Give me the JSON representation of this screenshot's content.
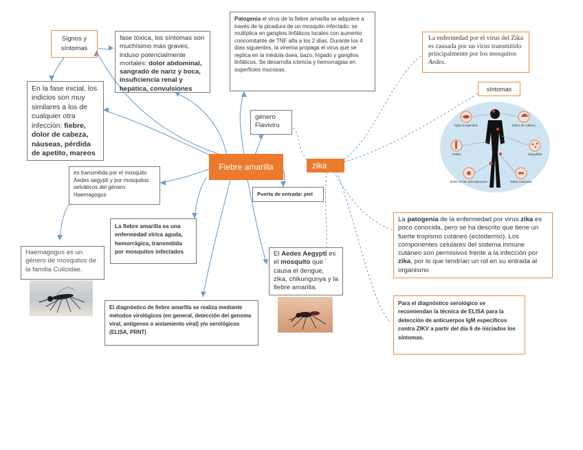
{
  "center": {
    "label": "Fiebre amarilla"
  },
  "zika": {
    "label": "zika"
  },
  "nodes": {
    "signos": "Signos y síntomas",
    "fase_toxica_pre": "fase tóxica, los síntomas son muchísimo más graves, induso potencialmente mortales: ",
    "fase_toxica_bold": "dolor abdominal, sangrado de nariz y boca, insuficiencia renal y hepática, convulsiones",
    "patogenia_bold": "Patogenia",
    "patogenia_text": " el virus de la fiebre amarilla se adquiere a través de la picadura de un mosquito infectado; se multiplica en ganglios linfáticos locales con aumento concomitante de TNF alfa a los 2 días. Durante los 4 días siguientes, la viremia propaga el virus que se replica en la médula ósea, bazo, hígado y ganglios linfáticos. Se desarrolla ictericia y hemorragias en superficies mucosas.",
    "fase_inicial_pre": "En la fase inicial, los indicios son muy similares a los de cualquier otra infección: ",
    "fase_inicial_bold": "fiebre, dolor de cabeza, náuseas, pérdida de apetito, mareos",
    "genero": "género Flaviviru",
    "transmitida": "es transmitida por el mosquito Aedes aegypti y por mosquitos selváticos del género Haemagogus",
    "puerta": "Puerta de entrada: piel",
    "fiebre_definicion": "La fiebre amarilla es una enfermedad vírica aguda, hemorrágica, transmitida por mosquitos infectados",
    "haemagogus": "Haemagogus es un género de mosquitos de la familia Culicidae.",
    "aedes_pre": "El ",
    "aedes_bold": "Aedes Aegypti",
    "aedes_mid": " es el ",
    "aedes_bold2": "mosquito",
    "aedes_post": " que causa el dengue, zika, chikungunya y la fiebre amarilla.",
    "diagnostico": "El diagnóstico de fiebre amarilla se realiza mediante métodos virológicos (en general, detección del genoma viral, antígenos o aislamiento viral) y/o serológicos (ELISA, PRNT)",
    "zika_causa_pre": "La enfermedad por el virus del Zika es causada por un virus transmitido principalmente por los mosquitos ",
    "zika_causa_italic": "Aedes",
    "zika_causa_post": ".",
    "sintomas": "síntomas",
    "zika_pat_1": "La ",
    "zika_pat_bold1": "patogenia",
    "zika_pat_2": " de la enfermedad por virus ",
    "zika_pat_bold2": "zika",
    "zika_pat_3": " es poco conocida, pero se ha descrito que tiene un fuerte tropismo cutáneo (ectodermo). Los componentes celulares del sistema inmune cutáneo son permisivos frente a la infección por ",
    "zika_pat_bold3": "zika",
    "zika_pat_4": ", por lo que tendrían un rol en su entrada al organismo",
    "zika_diag": "Para el diagnóstico serológico se recomiendan la técnica de ELISA para la detección de anticuerpos IgM específicos contra ZIKV a partir del día 6 de iniciados los síntomas."
  },
  "symptoms_figure": {
    "labels": [
      "Ojos enrojecidos",
      "Dolor de cabeza",
      "Fiebre",
      "Sarpullido",
      "Dolor en las articulaciones",
      "Dolor muscular"
    ]
  },
  "colors": {
    "accent": "#ec7a2c",
    "link_blue": "#6a9ecf",
    "border_gray": "#777777"
  }
}
